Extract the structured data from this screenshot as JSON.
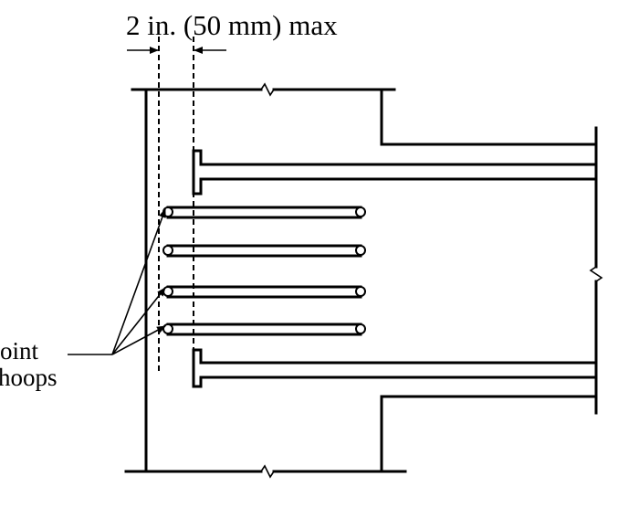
{
  "dimension_label": "2 in. (50 mm) max",
  "hoops_label": {
    "line1": "oint",
    "line2": "hoops"
  },
  "colors": {
    "ink": "#000000",
    "background": "#ffffff"
  }
}
